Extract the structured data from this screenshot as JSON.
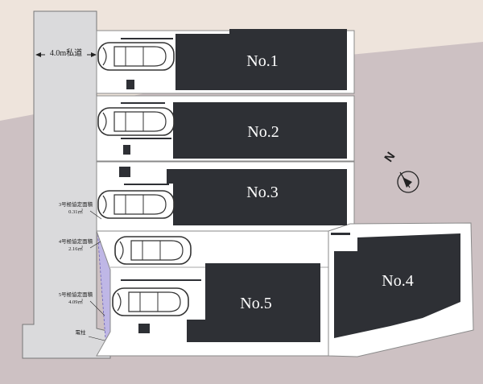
{
  "road": {
    "label": "4.0m私道"
  },
  "lots": [
    {
      "id": "lot-1",
      "label": "No.1"
    },
    {
      "id": "lot-2",
      "label": "No.2"
    },
    {
      "id": "lot-3",
      "label": "No.3"
    },
    {
      "id": "lot-4",
      "label": "No.4"
    },
    {
      "id": "lot-5",
      "label": "No.5"
    }
  ],
  "designated_areas": [
    {
      "title": "3号極協定面積",
      "area": "0.31㎡"
    },
    {
      "title": "4号極協定面積",
      "area": "2.16㎡"
    },
    {
      "title": "5号極協定面積",
      "area": "4.09㎡"
    }
  ],
  "pole_label": "電柱",
  "compass": {
    "label": "N",
    "icon": "north-arrow-icon"
  },
  "colors": {
    "building": "#2e3035",
    "road": "#dadadc",
    "lot_ground": "#ffffff",
    "site_bg": "#eee4dc",
    "neighbor_bg": "#cdc1c3",
    "setback": "#bfb7e6"
  }
}
